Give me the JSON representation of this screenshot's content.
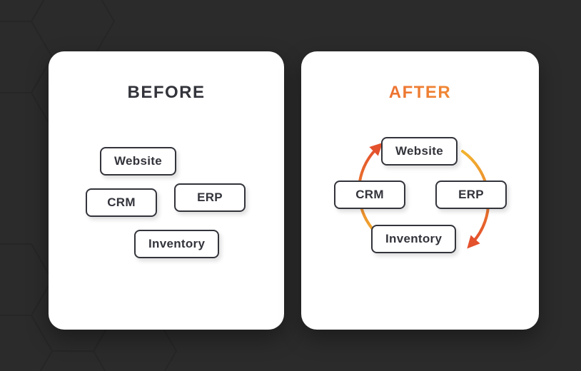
{
  "colors": {
    "bg": "#2b2b2b",
    "card": "#ffffff",
    "ink": "#33343b",
    "after-start": "#e8542e",
    "after-end": "#f4a637",
    "arc-orange": "#e4512d",
    "arc-yellow": "#f2b42e",
    "hex-line": "#232323"
  },
  "before": {
    "title": "BEFORE",
    "nodes": [
      "Website",
      "CRM",
      "ERP",
      "Inventory"
    ]
  },
  "after": {
    "title": "AFTER",
    "nodes": [
      "Website",
      "CRM",
      "ERP",
      "Inventory"
    ]
  }
}
